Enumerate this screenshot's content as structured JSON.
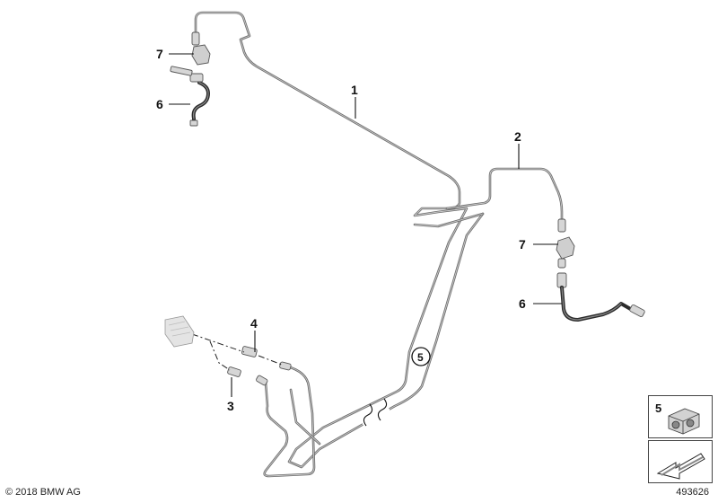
{
  "diagram": {
    "callouts": {
      "pipe_front": "1",
      "pipe_rear": "2",
      "pipe_lower_left": "3",
      "connector": "4",
      "clip_circled": "5",
      "hose_upper": "6",
      "hose_right": "6",
      "clip_upper": "7",
      "clip_right": "7"
    },
    "legend": {
      "clip_number": "5"
    }
  },
  "footer": {
    "copyright": "© 2018 BMW AG",
    "diagram_id": "493626"
  },
  "colors": {
    "pipe": "#6e6e6e",
    "hose": "#2b2b2b",
    "text": "#111111"
  }
}
